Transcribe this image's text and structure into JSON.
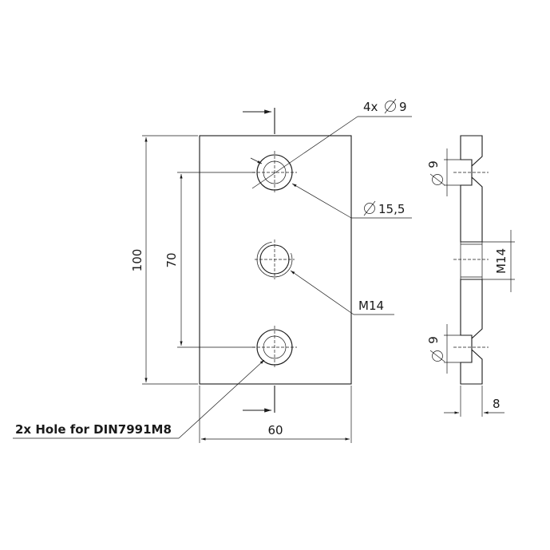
{
  "labels": {
    "holes_4x": "4x",
    "dia_9_top": "9",
    "dia_15_5": "15,5",
    "m14": "M14",
    "dim_100": "100",
    "dim_70": "70",
    "dim_60": "60",
    "side_dia_top": "9",
    "side_dia_bottom": "9",
    "side_m14": "M14",
    "dim_8": "8",
    "hole_note": "2x Hole for DIN7991M8"
  }
}
